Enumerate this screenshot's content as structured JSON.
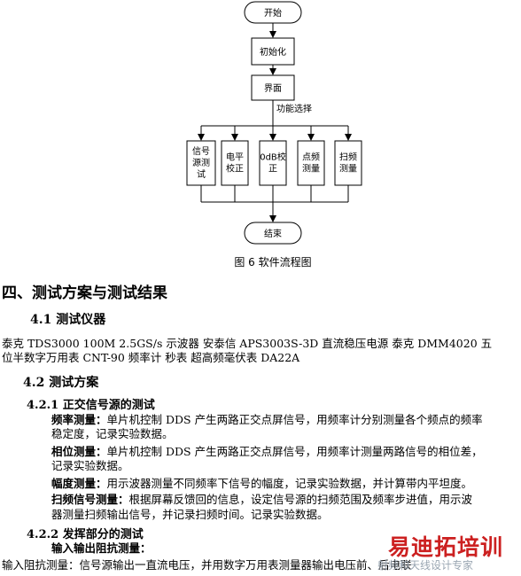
{
  "flowchart": {
    "start": "开始",
    "init": "初始化",
    "ui": "界面",
    "func_label": "功能选择",
    "branches": [
      "信号源测试",
      "电平校正",
      "0dB校正",
      "点频测量",
      "扫频测量"
    ],
    "end": "结束",
    "caption": "图 6 软件流程图"
  },
  "doc": {
    "section4": "四、测试方案与测试结果",
    "s41": "4.1 测试仪器",
    "s41_line1": "泰克 TDS3000 100M 2.5GS/s 示波器 安泰信 APS3003S-3D 直流稳压电源 泰克 DMM4020 五",
    "s41_line2": "位半数字万用表 CNT-90 频率计 秒表 超高频毫伏表 DA22A",
    "s42": "4.2 测试方案",
    "s421": "4.2.1 正交信号源的测试",
    "freq_label": "频率测量：",
    "freq_text1": "单片机控制 DDS 产生两路正交点屏信号，用频率计分别测量各个频点的频率",
    "freq_text2": "稳定度，记录实验数据。",
    "phase_label": "相位测量：",
    "phase_text1": "单片机控制 DDS 产生两路正交点屏信号，用频率计测量两路信号的相位差，",
    "phase_text2": "记录实验数据。",
    "amp_label": "幅度测量：",
    "amp_text": "用示波器测量不同频率下信号的幅度，记录实验数据，并计算带内平坦度。",
    "sweep_label": "扫频信号测量：",
    "sweep_text1": "根据屏幕反馈回的信息，设定信号源的扫频范围及频率步进值，用示波",
    "sweep_text2": "器测量扫频输出信号，并记录扫频时间。记录实验数据。",
    "s422": "4.2.2 发挥部分的测试",
    "io_label": "输入输出阻抗测量：",
    "in_imp": "输入阻抗测量：信号源输出一直流电压，并用数字万用表测量器输出电压前、后电联"
  },
  "watermark": {
    "brand": "易迪拓培训",
    "tagline": "射频和天线设计专家"
  }
}
